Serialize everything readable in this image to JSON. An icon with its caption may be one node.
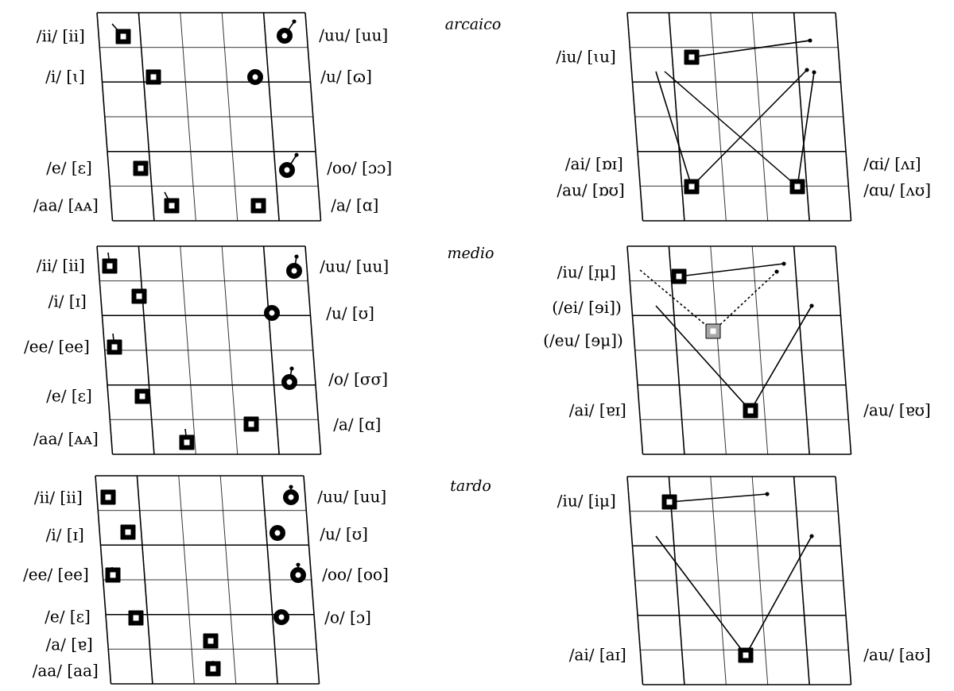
{
  "diagram": {
    "labels": [
      "/ii/ [ii]",
      "/i/ [ɩ]",
      "/e/ [ɛ]",
      "/aa/ [ᴀᴀ]",
      "/uu/ [uu]",
      "/u/ [ɷ]",
      "/oo/ [ɔɔ]",
      "/a/ [ɑ]",
      "arcaico",
      "/iu/ [ɩu]",
      "/ai/ [ɒɪ]",
      "/au/ [ɒʊ]",
      "/ɑi/ [ʌɪ]",
      "/ɑu/ [ʌʊ]",
      "/ii/ [ii]",
      "/i/ [ɪ]",
      "/ee/ [ee]",
      "/e/ [ɛ]",
      "/aa/ [ᴀᴀ]",
      "/uu/ [uu]",
      "/u/ [ʊ]",
      "/o/ [σσ]",
      "/a/ [ɑ]",
      "medio",
      "/iu/ [ɪ̣μ]",
      "(/ei/ [ɘi])",
      "(/eu/ [ɘμ])",
      "/ai/ [ɐɪ]",
      "/au/ [ɐʊ]",
      "/ii/ [ii]",
      "/i/ [ɪ]",
      "/ee/ [ee]",
      "/e/ [ɛ]",
      "/a/ [ɐ]",
      "/aa/ [aa]",
      "/uu/ [uu]",
      "/u/ [ʊ]",
      "/oo/ [oo]",
      "/o/ [ɔ]",
      "tardo",
      "/iu/ [iμ]",
      "/ai/ [aɪ]",
      "/au/ [aʊ]"
    ]
  }
}
